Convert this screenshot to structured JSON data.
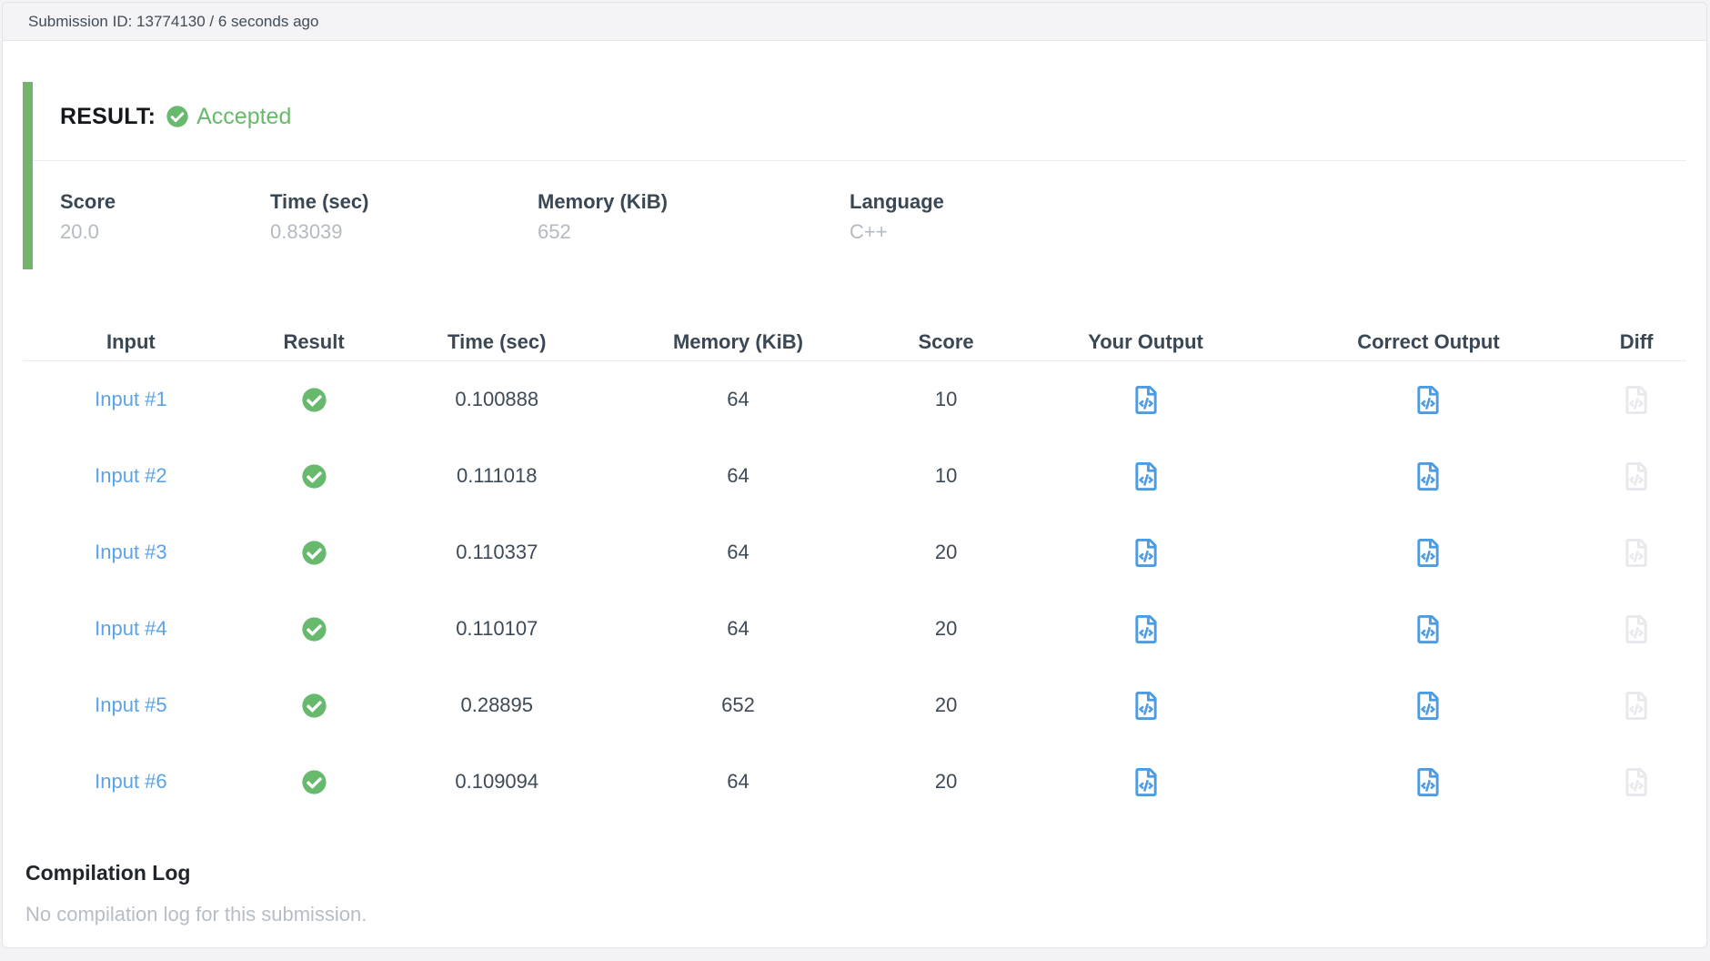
{
  "topbar": {
    "text": "Submission ID: 13774130 / 6 seconds ago"
  },
  "result": {
    "heading": "RESULT:",
    "status_icon": "check-circle-icon",
    "verdict": "Accepted",
    "stats": [
      {
        "label": "Score",
        "value": "20.0"
      },
      {
        "label": "Time (sec)",
        "value": "0.83039"
      },
      {
        "label": "Memory (KiB)",
        "value": "652"
      },
      {
        "label": "Language",
        "value": "C++"
      }
    ]
  },
  "cases": {
    "columns": {
      "input": "Input",
      "result": "Result",
      "time": "Time (sec)",
      "memory": "Memory (KiB)",
      "score": "Score",
      "your_output": "Your Output",
      "correct_output": "Correct Output",
      "diff": "Diff"
    },
    "rows": [
      {
        "input": "Input #1",
        "result_icon": "check-circle-icon",
        "time": "0.100888",
        "memory": "64",
        "score": "10",
        "your_output_icon": "file-code-icon",
        "correct_output_icon": "file-code-icon",
        "diff_icon": "file-code-icon-disabled"
      },
      {
        "input": "Input #2",
        "result_icon": "check-circle-icon",
        "time": "0.111018",
        "memory": "64",
        "score": "10",
        "your_output_icon": "file-code-icon",
        "correct_output_icon": "file-code-icon",
        "diff_icon": "file-code-icon-disabled"
      },
      {
        "input": "Input #3",
        "result_icon": "check-circle-icon",
        "time": "0.110337",
        "memory": "64",
        "score": "20",
        "your_output_icon": "file-code-icon",
        "correct_output_icon": "file-code-icon",
        "diff_icon": "file-code-icon-disabled"
      },
      {
        "input": "Input #4",
        "result_icon": "check-circle-icon",
        "time": "0.110107",
        "memory": "64",
        "score": "20",
        "your_output_icon": "file-code-icon",
        "correct_output_icon": "file-code-icon",
        "diff_icon": "file-code-icon-disabled"
      },
      {
        "input": "Input #5",
        "result_icon": "check-circle-icon",
        "time": "0.28895",
        "memory": "652",
        "score": "20",
        "your_output_icon": "file-code-icon",
        "correct_output_icon": "file-code-icon",
        "diff_icon": "file-code-icon-disabled"
      },
      {
        "input": "Input #6",
        "result_icon": "check-circle-icon",
        "time": "0.109094",
        "memory": "64",
        "score": "20",
        "your_output_icon": "file-code-icon",
        "correct_output_icon": "file-code-icon",
        "diff_icon": "file-code-icon-disabled"
      }
    ]
  },
  "compilation": {
    "heading": "Compilation Log",
    "message": "No compilation log for this submission."
  },
  "colors": {
    "accent_green_bar": "#74b36c",
    "verdict_green": "#68ba6b",
    "check_green": "#67b96e",
    "link_blue": "#5ca2e4",
    "icon_blue": "#4d9be0",
    "disabled_icon_gray": "#e7e9ed",
    "muted_value_gray": "#b3bac2",
    "dark_text": "#3d4a57"
  }
}
